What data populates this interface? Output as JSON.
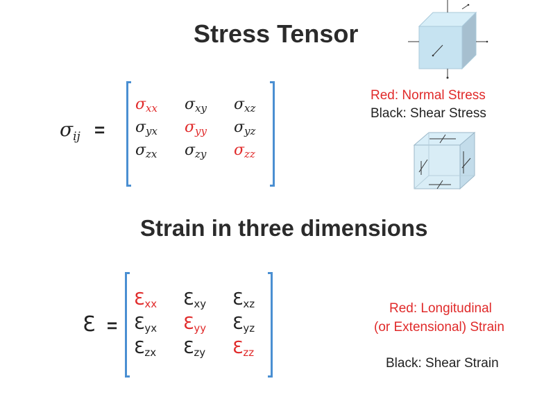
{
  "stress": {
    "title": "Stress Tensor",
    "symbol": "σ",
    "symbol_sub": "ij",
    "equals": "=",
    "matrix": [
      [
        {
          "base": "σ",
          "sub": "xx",
          "normal": true
        },
        {
          "base": "σ",
          "sub": "xy",
          "normal": false
        },
        {
          "base": "σ",
          "sub": "xz",
          "normal": false
        }
      ],
      [
        {
          "base": "σ",
          "sub": "yx",
          "normal": false
        },
        {
          "base": "σ",
          "sub": "yy",
          "normal": true
        },
        {
          "base": "σ",
          "sub": "yz",
          "normal": false
        }
      ],
      [
        {
          "base": "σ",
          "sub": "zx",
          "normal": false
        },
        {
          "base": "σ",
          "sub": "zy",
          "normal": false
        },
        {
          "base": "σ",
          "sub": "zz",
          "normal": true
        }
      ]
    ],
    "legend_red": "Red: Normal Stress",
    "legend_black": "Black: Shear Stress"
  },
  "strain": {
    "title": "Strain in three dimensions",
    "symbol": "Ɛ",
    "equals": "=",
    "matrix": [
      [
        {
          "base": "Ɛ",
          "sub": "xx",
          "normal": true
        },
        {
          "base": "Ɛ",
          "sub": "xy",
          "normal": false
        },
        {
          "base": "Ɛ",
          "sub": "xz",
          "normal": false
        }
      ],
      [
        {
          "base": "Ɛ",
          "sub": "yx",
          "normal": false
        },
        {
          "base": "Ɛ",
          "sub": "yy",
          "normal": true
        },
        {
          "base": "Ɛ",
          "sub": "yz",
          "normal": false
        }
      ],
      [
        {
          "base": "Ɛ",
          "sub": "zx",
          "normal": false
        },
        {
          "base": "Ɛ",
          "sub": "zy",
          "normal": false
        },
        {
          "base": "Ɛ",
          "sub": "zz",
          "normal": true
        }
      ]
    ],
    "legend_red_line1": "Red: Longitudinal",
    "legend_red_line2": "(or Extensional) Strain",
    "legend_black": "Black: Shear Strain"
  },
  "colors": {
    "normal": "#e02a2a",
    "bracket": "#4a8fd2",
    "text": "#222222"
  },
  "icons": [
    "normal-stress-cube-icon",
    "shear-stress-cube-icon"
  ]
}
